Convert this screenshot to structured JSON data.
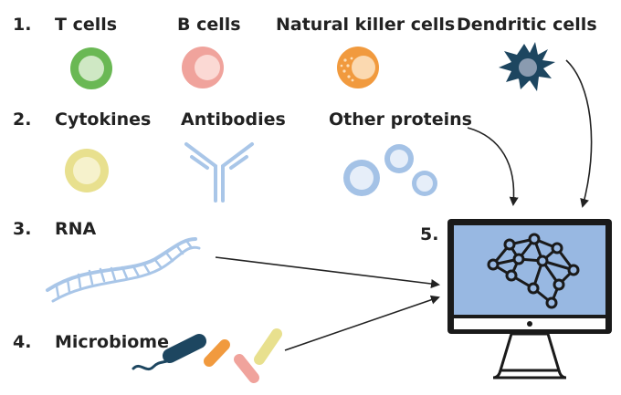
{
  "rows": [
    {
      "number": "1.",
      "labels": [
        "T cells",
        "B cells",
        "Natural killer cells",
        "Dendritic cells"
      ]
    },
    {
      "number": "2.",
      "labels": [
        "Cytokines",
        "Antibodies",
        "Other proteins"
      ]
    },
    {
      "number": "3.",
      "labels": [
        "RNA"
      ]
    },
    {
      "number": "4.",
      "labels": [
        "Microbiome"
      ]
    }
  ],
  "computer": {
    "number": "5."
  },
  "colors": {
    "t_cell": "#6ab854",
    "b_cell": "#f0a39c",
    "nk_cell": "#f19a3e",
    "dendritic": "#1d4660",
    "cytokine": "#e8e08e",
    "antibody": "#a9c6e8",
    "protein": "#a4c2e6",
    "rna": "#a9c6e8",
    "screen": "#98b8e2",
    "bacteria_navy": "#1d4660",
    "bacteria_orange": "#f19a3e",
    "bacteria_pink": "#f0a39c",
    "bacteria_yellow": "#e8e08e"
  }
}
